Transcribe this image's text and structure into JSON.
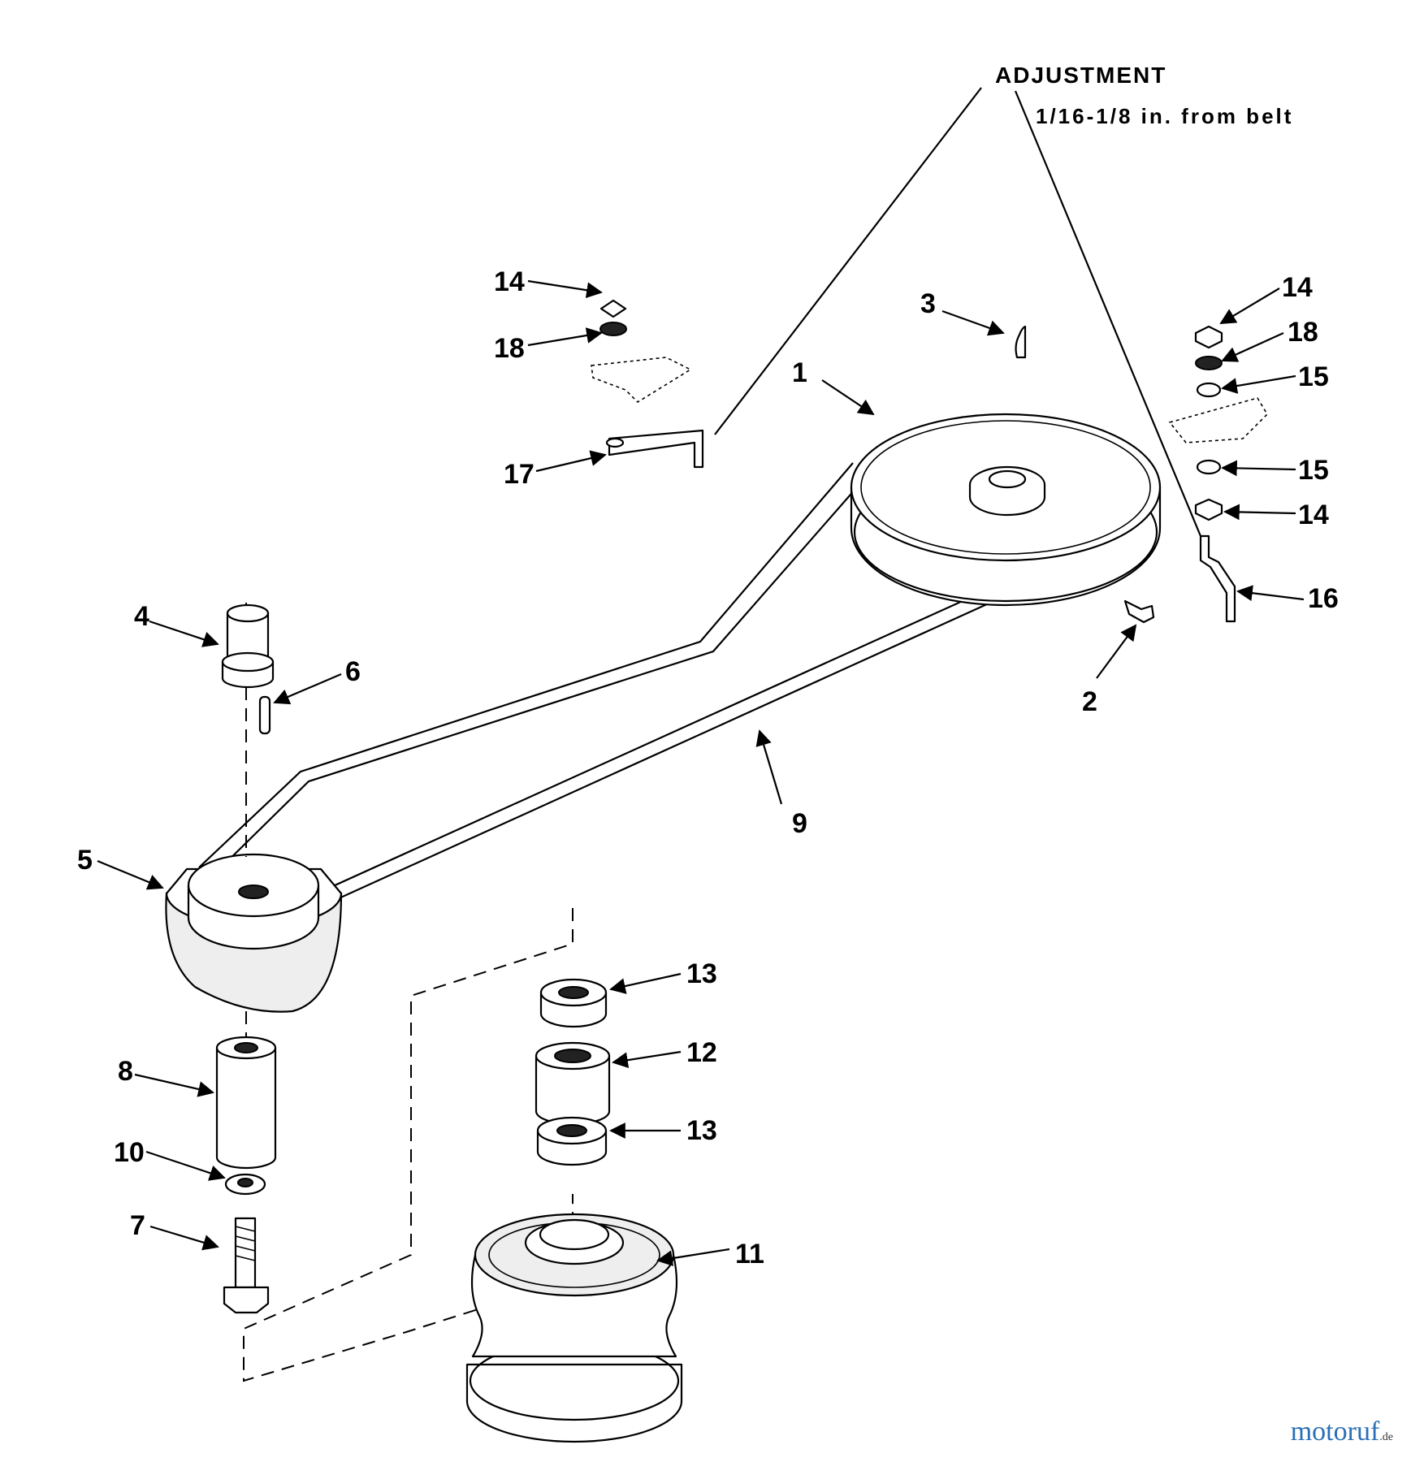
{
  "note": {
    "title": "ADJUSTMENT",
    "text": "1/16-1/8 in. from belt"
  },
  "callouts": [
    {
      "id": "p1",
      "label": "1"
    },
    {
      "id": "p2",
      "label": "2"
    },
    {
      "id": "p3",
      "label": "3"
    },
    {
      "id": "p4",
      "label": "4"
    },
    {
      "id": "p5",
      "label": "5"
    },
    {
      "id": "p6",
      "label": "6"
    },
    {
      "id": "p7",
      "label": "7"
    },
    {
      "id": "p8",
      "label": "8"
    },
    {
      "id": "p9",
      "label": "9"
    },
    {
      "id": "p10",
      "label": "10"
    },
    {
      "id": "p11",
      "label": "11"
    },
    {
      "id": "p12",
      "label": "12"
    },
    {
      "id": "p13a",
      "label": "13"
    },
    {
      "id": "p13b",
      "label": "13"
    },
    {
      "id": "p14a",
      "label": "14"
    },
    {
      "id": "p14b",
      "label": "14"
    },
    {
      "id": "p14c",
      "label": "14"
    },
    {
      "id": "p15a",
      "label": "15"
    },
    {
      "id": "p15b",
      "label": "15"
    },
    {
      "id": "p16",
      "label": "16"
    },
    {
      "id": "p17",
      "label": "17"
    },
    {
      "id": "p18a",
      "label": "18"
    },
    {
      "id": "p18b",
      "label": "18"
    }
  ],
  "watermark": {
    "name": "motoruf",
    "suffix": ".de"
  }
}
